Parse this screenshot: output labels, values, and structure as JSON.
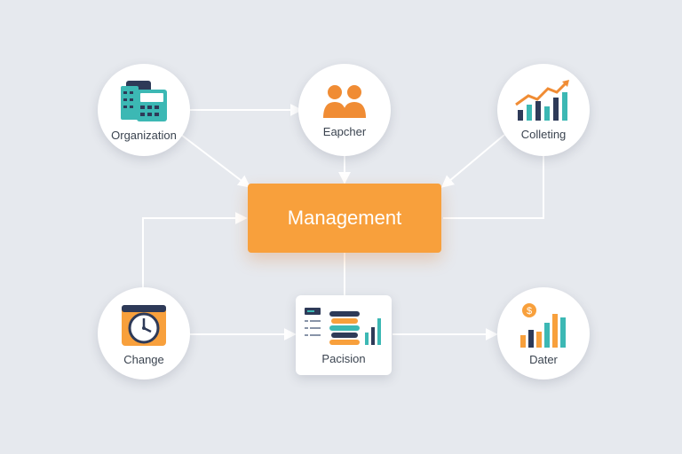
{
  "diagram": {
    "center": {
      "label": "Management"
    },
    "nodes": {
      "organization": {
        "label": "Organization",
        "icon": "building-icon"
      },
      "eapcher": {
        "label": "Eapcher",
        "icon": "people-icon"
      },
      "colleting": {
        "label": "Colleting",
        "icon": "chart-growth-icon"
      },
      "change": {
        "label": "Change",
        "icon": "clock-icon"
      },
      "pacision": {
        "label": "Pacision",
        "icon": "stack-chart-icon"
      },
      "dater": {
        "label": "Dater",
        "icon": "dollar-chart-icon"
      }
    }
  },
  "colors": {
    "background": "#e6e9ee",
    "accent": "#f8a03c",
    "teal": "#3cb8b4",
    "navy": "#2e3a58",
    "connector": "#ffffff"
  }
}
